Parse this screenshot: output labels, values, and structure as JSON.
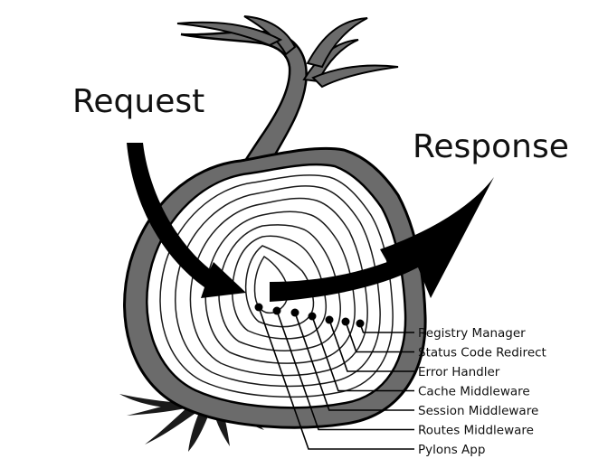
{
  "diagram": {
    "request_label": "Request",
    "response_label": "Response",
    "layers": [
      "Registry Manager",
      "Status Code Redirect",
      "Error Handler",
      "Cache Middleware",
      "Session Middleware",
      "Routes Middleware",
      "Pylons App"
    ],
    "colors": {
      "skin": "#6b6b6b",
      "outline": "#000000",
      "flesh": "#ffffff",
      "arrow": "#000000"
    }
  }
}
